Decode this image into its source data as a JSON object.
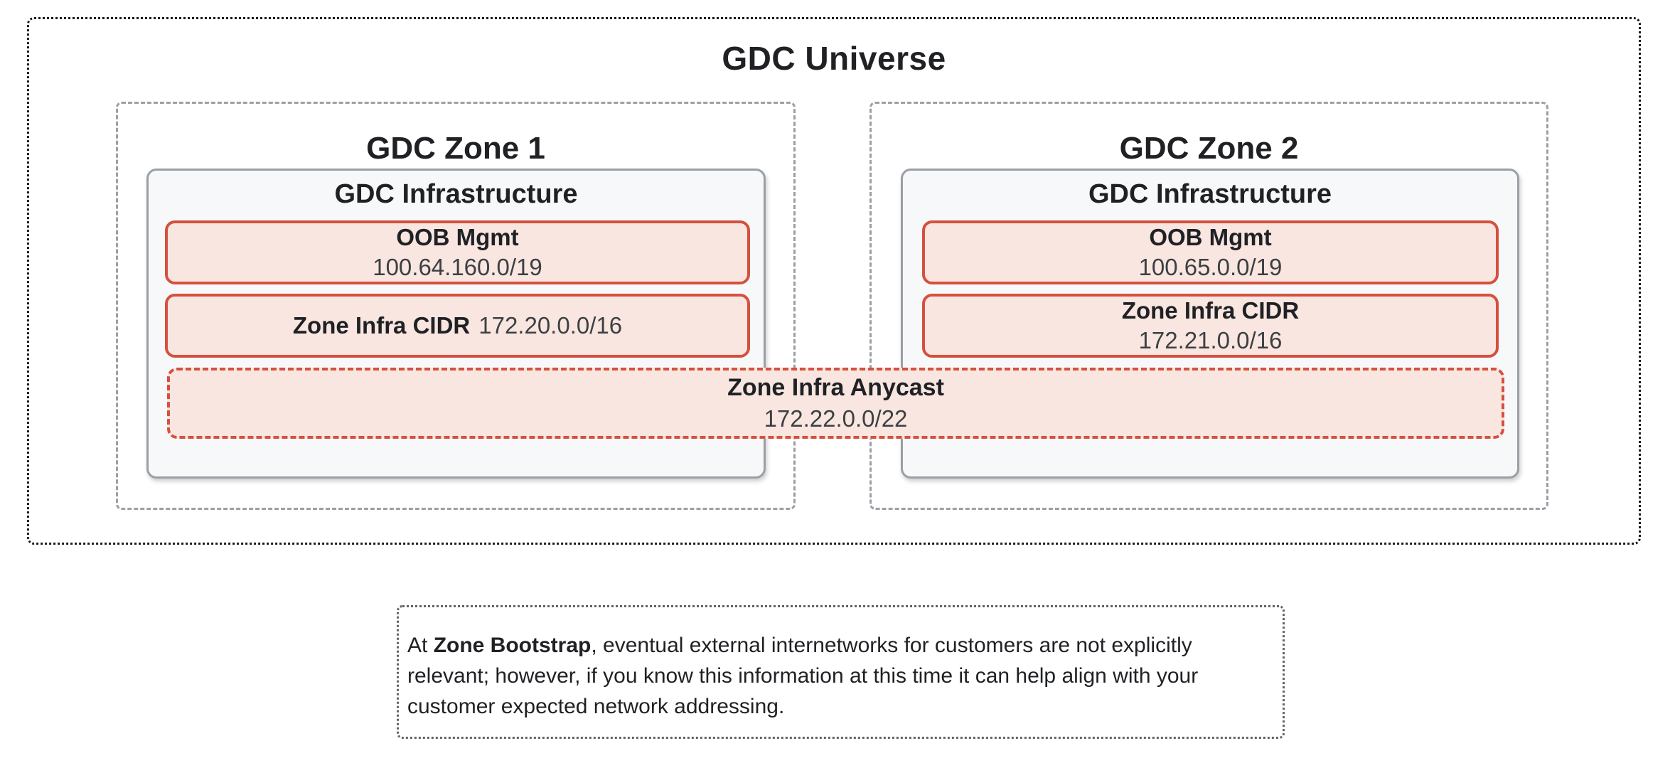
{
  "universe": {
    "title": "GDC Universe",
    "zones": [
      {
        "title": "GDC Zone 1",
        "infrastructure": {
          "title": "GDC Infrastructure",
          "oob": {
            "label": "OOB Mgmt",
            "cidr": "100.64.160.0/19"
          },
          "zone_infra": {
            "label": "Zone Infra CIDR",
            "cidr": "172.20.0.0/16"
          }
        }
      },
      {
        "title": "GDC Zone 2",
        "infrastructure": {
          "title": "GDC Infrastructure",
          "oob": {
            "label": "OOB Mgmt",
            "cidr": "100.65.0.0/19"
          },
          "zone_infra": {
            "label": "Zone Infra CIDR",
            "cidr": "172.21.0.0/16"
          }
        }
      }
    ],
    "anycast": {
      "label": "Zone Infra Anycast",
      "cidr": "172.22.0.0/22"
    }
  },
  "note": {
    "prefix": "At ",
    "bold": "Zone Bootstrap",
    "rest": ", eventual external internetworks for customers are not explicitly relevant; however, if you know this information at this time it can help align with your customer expected network addressing."
  },
  "colors": {
    "accent_red": "#D5503E",
    "pink_fill": "#F9E6E1",
    "gray_border": "#9AA0A6",
    "infra_fill": "#F7F8F9",
    "text_dark": "#1F2124",
    "text_value": "#3C4043",
    "note_border": "#5F6368",
    "universe_border": "#1A1A1A",
    "page_bg": "#FFFFFF"
  }
}
